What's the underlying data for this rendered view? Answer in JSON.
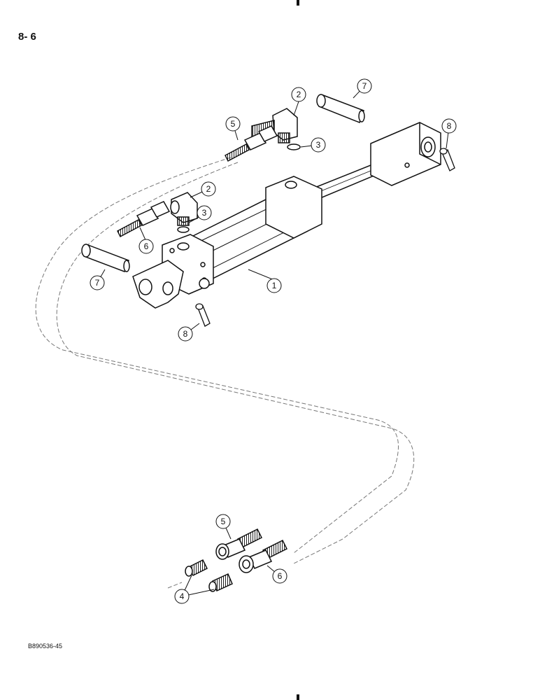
{
  "page_label": "8- 6",
  "document_code": "B890536-45",
  "callouts": [
    {
      "id": "c1",
      "number": "1"
    },
    {
      "id": "c2a",
      "number": "2"
    },
    {
      "id": "c2b",
      "number": "2"
    },
    {
      "id": "c3a",
      "number": "3"
    },
    {
      "id": "c3b",
      "number": "3"
    },
    {
      "id": "c4",
      "number": "4"
    },
    {
      "id": "c5a",
      "number": "5"
    },
    {
      "id": "c5b",
      "number": "5"
    },
    {
      "id": "c6a",
      "number": "6"
    },
    {
      "id": "c6b",
      "number": "6"
    },
    {
      "id": "c7a",
      "number": "7"
    },
    {
      "id": "c7b",
      "number": "7"
    },
    {
      "id": "c8a",
      "number": "8"
    },
    {
      "id": "c8b",
      "number": "8"
    }
  ]
}
